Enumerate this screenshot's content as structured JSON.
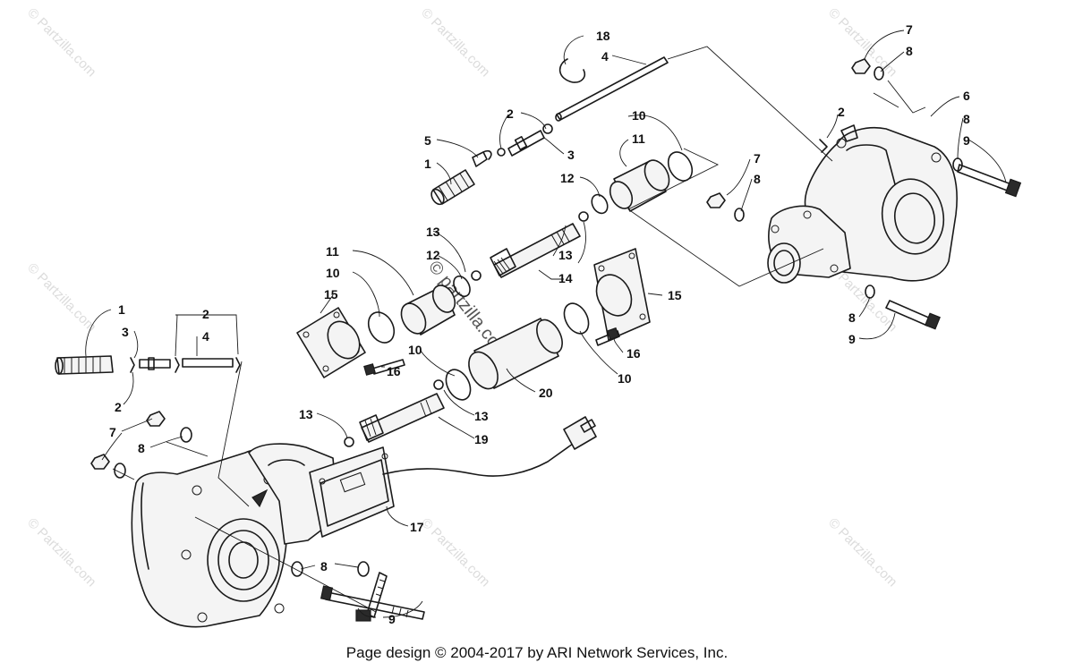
{
  "callouts": {
    "c1a": "1",
    "c1b": "1",
    "c2a": "2",
    "c2b": "2",
    "c2c": "2",
    "c2d": "2",
    "c3a": "3",
    "c3b": "3",
    "c4a": "4",
    "c4b": "4",
    "c5": "5",
    "c6": "6",
    "c7a": "7",
    "c7b": "7",
    "c7c": "7",
    "c8a": "8",
    "c8b": "8",
    "c8c": "8",
    "c8d": "8",
    "c8e": "8",
    "c8f": "8",
    "c9a": "9",
    "c9b": "9",
    "c9c": "9",
    "c10a": "10",
    "c10b": "10",
    "c10c": "10",
    "c10d": "10",
    "c11a": "11",
    "c11b": "11",
    "c12a": "12",
    "c12b": "12",
    "c13a": "13",
    "c13b": "13",
    "c13c": "13",
    "c13d": "13",
    "c14": "14",
    "c15a": "15",
    "c15b": "15",
    "c16a": "16",
    "c16b": "16",
    "c17": "17",
    "c18": "18",
    "c19": "19",
    "c20": "20"
  },
  "watermarks": {
    "small": "© Partzilla.com",
    "big": "© partzilla.com"
  },
  "footer": "Page design © 2004-2017 by ARI Network Services, Inc."
}
